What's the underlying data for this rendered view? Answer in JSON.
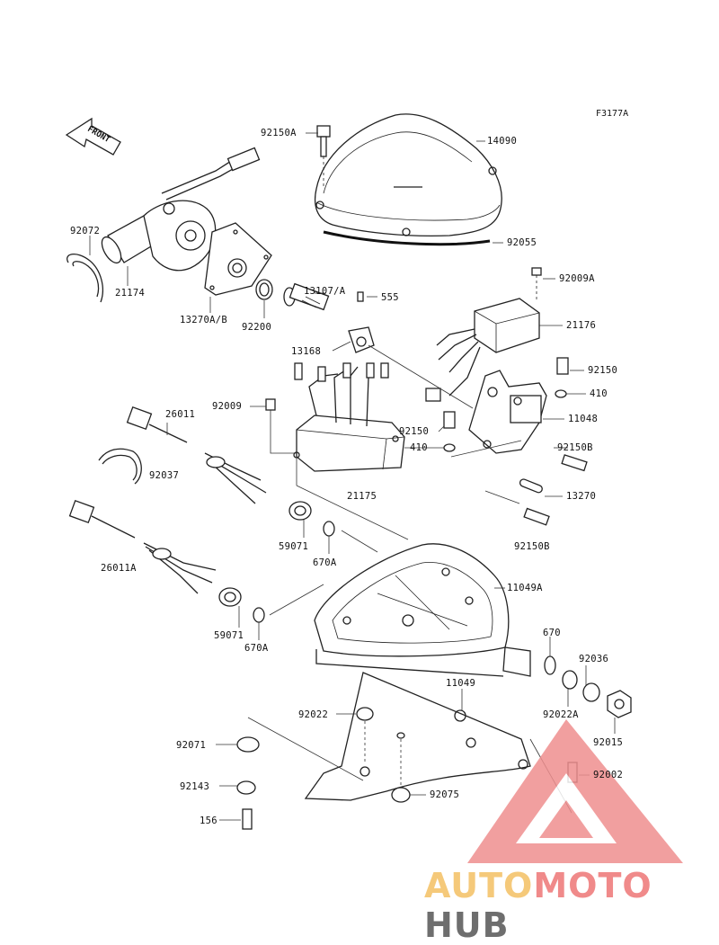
{
  "figure_code": "F3177A",
  "front_indicator": "FRONT",
  "labels": {
    "p14090": "14090",
    "p92150A": "92150A",
    "p92055": "92055",
    "p92072": "92072",
    "p21174": "21174",
    "p13270AB": "13270A/B",
    "p92200": "92200",
    "p13107A": "13107/A",
    "p555": "555",
    "p92009A": "92009A",
    "p21176": "21176",
    "p13168": "13168",
    "p92150": "92150",
    "p410a": "410",
    "p11048": "11048",
    "p92009": "92009",
    "p26011": "26011",
    "p92150_2": "92150",
    "p410b": "410",
    "p92150B_1": "92150B",
    "p92037": "92037",
    "p21175": "21175",
    "p13270": "13270",
    "p59071a": "59071",
    "p670Aa": "670A",
    "p92150B_2": "92150B",
    "p26011A": "26011A",
    "p11049A": "11049A",
    "p59071b": "59071",
    "p670Ab": "670A",
    "p670": "670",
    "p92036": "92036",
    "p11049": "11049",
    "p92022": "92022",
    "p92022A": "92022A",
    "p92015": "92015",
    "p92071": "92071",
    "p92002": "92002",
    "p92143": "92143",
    "p92075": "92075",
    "p156": "156"
  },
  "watermark": {
    "part1": "AUTO",
    "part2": "MOTO",
    "part3": "HUB",
    "colors": {
      "auto": "#f5c97a",
      "moto": "#f08a8a",
      "hub": "#6e6e6e",
      "triangle": "#ef8f8f"
    }
  }
}
